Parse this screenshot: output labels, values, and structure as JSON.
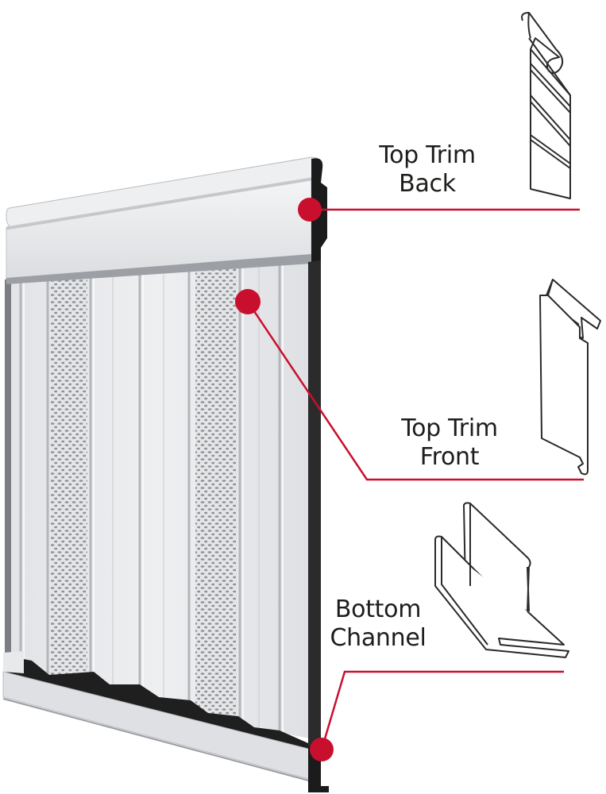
{
  "labels": {
    "top_trim_back": {
      "line1": "Top Trim",
      "line2": "Back"
    },
    "top_trim_front": {
      "line1": "Top Trim",
      "line2": "Front"
    },
    "bottom_channel": {
      "line1": "Bottom",
      "line2": "Channel"
    }
  },
  "colors": {
    "callout": "#c8102e",
    "panel": "#e9eaec",
    "panel_shade": "#d2d4d7",
    "panel_dark": "#a9acb1",
    "edge": "#1b1b1b",
    "outline": "#2a2a2a"
  }
}
